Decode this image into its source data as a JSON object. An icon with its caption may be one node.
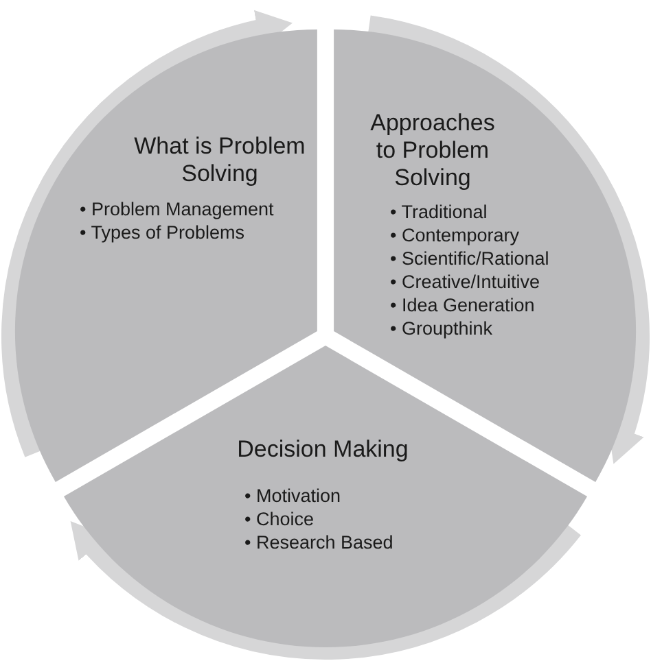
{
  "diagram": {
    "nodes": [
      {
        "text": [
          "What is Problem Solving",
          "• Problem Management",
          "• Types of Problems"
        ]
      },
      {
        "text": [
          "Approaches to Problem Solving",
          "• Traditional",
          "• Contemporary",
          "• Scientific/Rational",
          "• Creative/Intuitive",
          "• Idea Generation",
          "• Groupthink"
        ]
      },
      {
        "text": [
          "Decision Making",
          "• Motivation",
          "• Choice",
          "• Research Based"
        ]
      }
    ],
    "edges": [
      {
        "from": 0,
        "to": 1,
        "arrow": "to"
      },
      {
        "from": 1,
        "to": 2,
        "arrow": "to"
      },
      {
        "from": 2,
        "to": 0,
        "arrow": "to"
      }
    ]
  }
}
